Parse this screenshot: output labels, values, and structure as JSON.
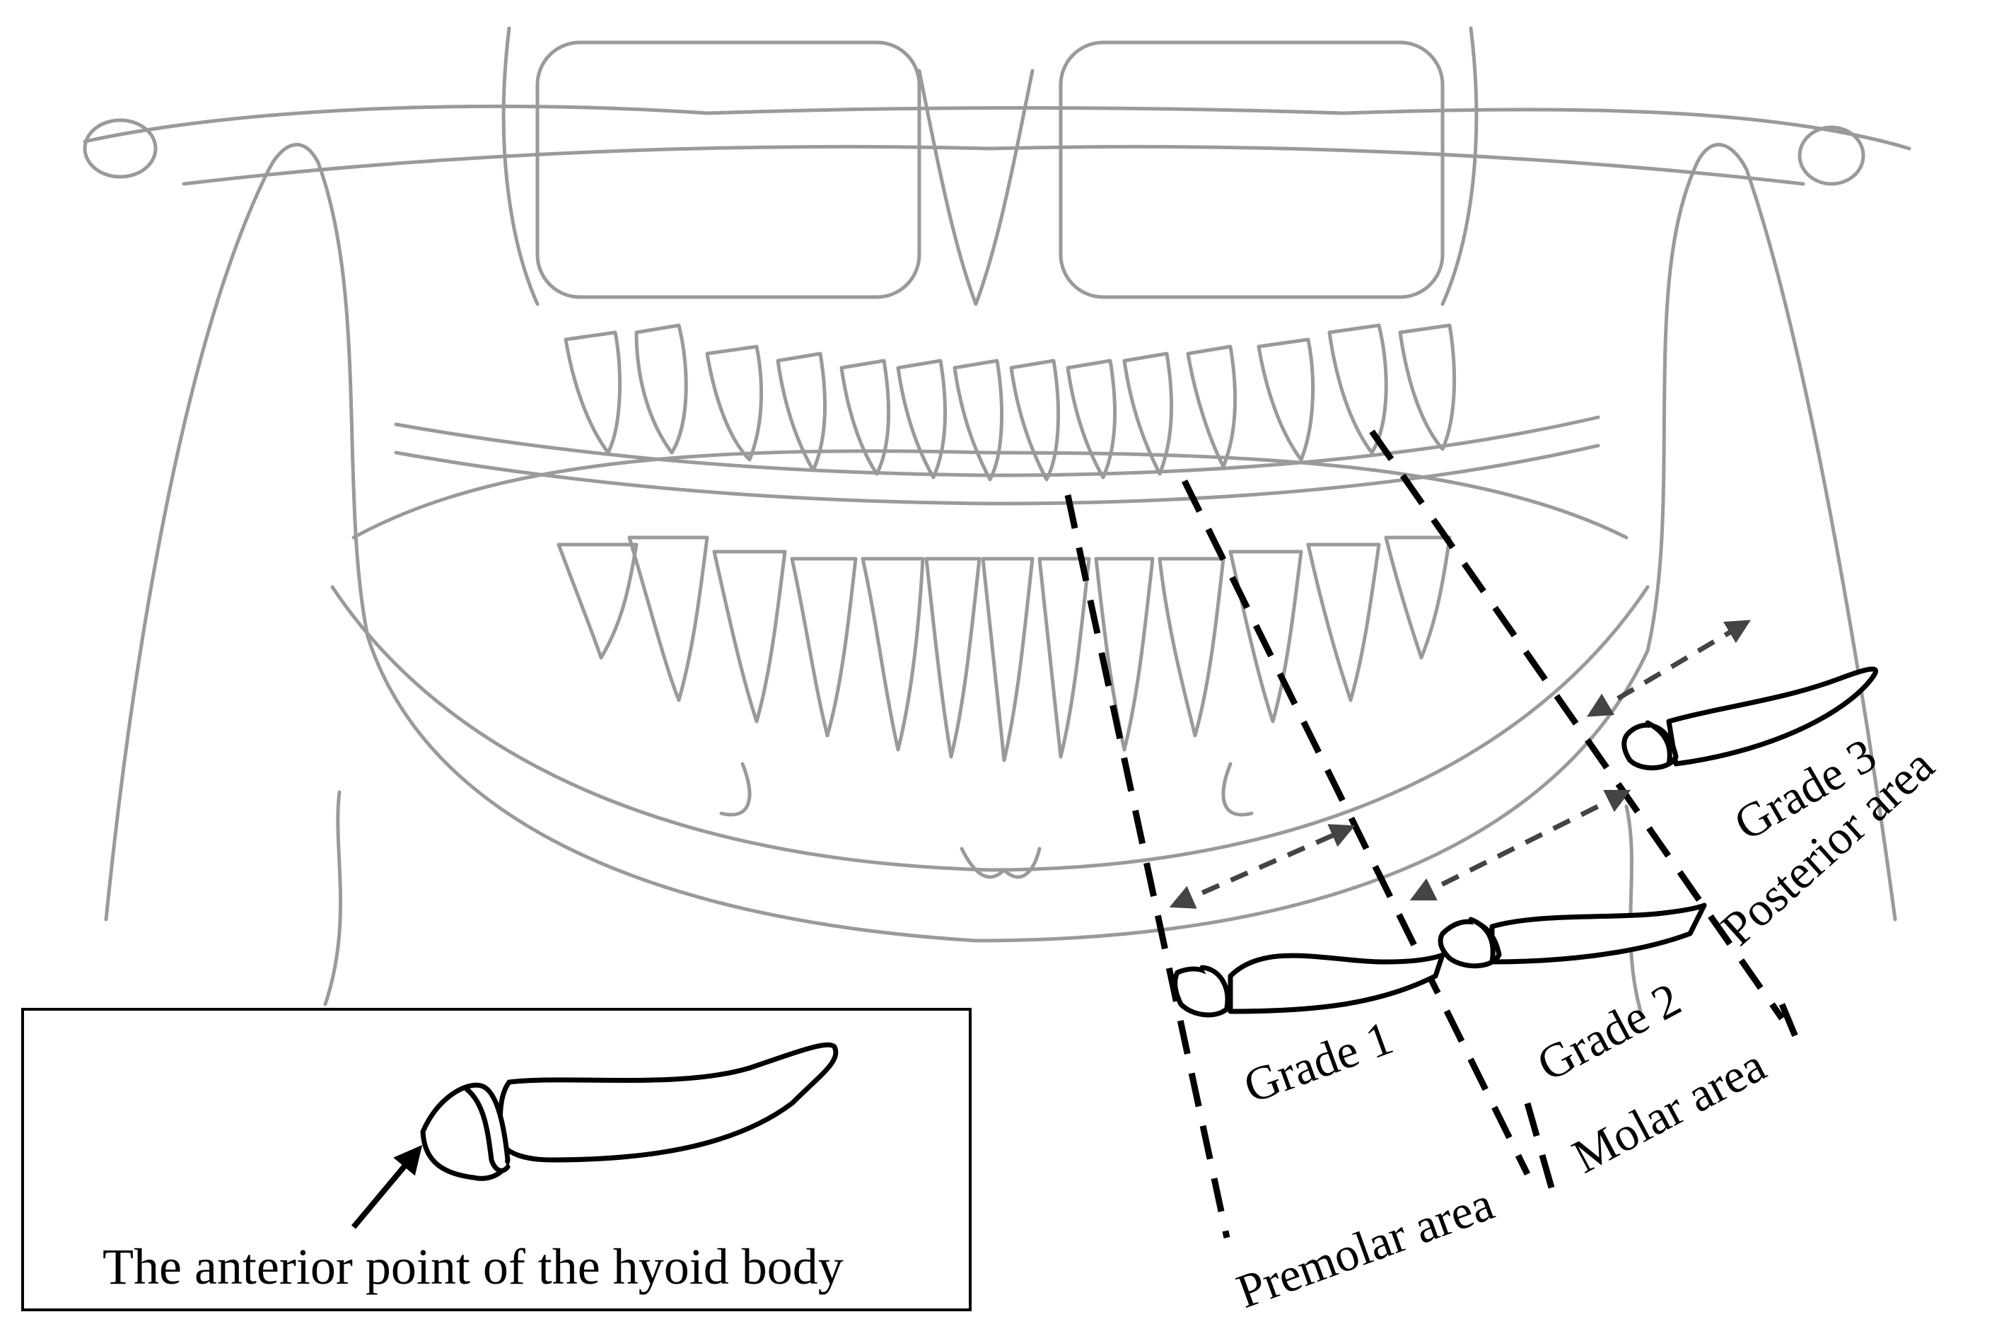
{
  "diagram": {
    "grades": [
      {
        "label": "Grade 1"
      },
      {
        "label": "Grade 2"
      },
      {
        "label": "Grade 3"
      }
    ],
    "areas": [
      {
        "label": "Premolar area"
      },
      {
        "label": "Molar area"
      },
      {
        "label": "Posterior area"
      }
    ],
    "inset": {
      "caption": "The anterior point of the hyoid body"
    },
    "colors": {
      "sketch": "#9a9a9a",
      "outline": "#000000",
      "arrow": "#444444"
    }
  }
}
